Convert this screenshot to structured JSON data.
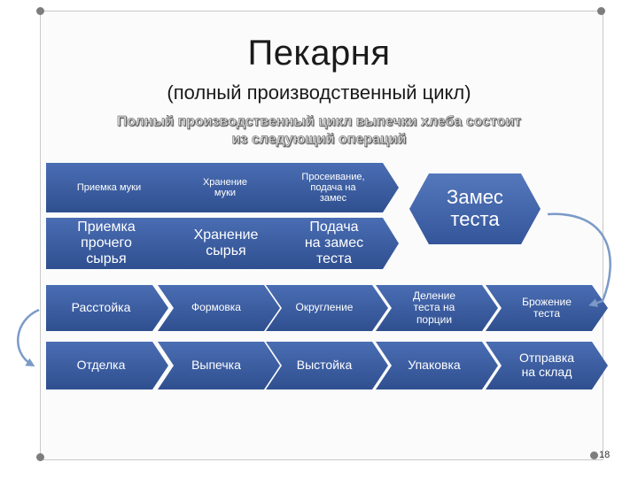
{
  "slide": {
    "title": "Пекарня",
    "subtitle": "(полный производственный цикл)",
    "intro_line1": "Полный производственный цикл выпечки хлеба состоит",
    "intro_line2": "из следующий операций",
    "page_number": "18"
  },
  "colors": {
    "shape_dark": "#2f4f8f",
    "shape_light": "#4a6db3",
    "arrow": "#7b9ac8",
    "text_on_shape": "#ffffff"
  },
  "process": {
    "row1": [
      "Приемка муки",
      "Хранение\nмуки",
      "Просеивание,\nподача на\nзамес"
    ],
    "row2": [
      "Приемка\nпрочего\nсырья",
      "Хранение\nсырья",
      "Подача\nна замес\nтеста"
    ],
    "kneading": "Замес\nтеста",
    "row3": [
      "Расстойка",
      "Формовка",
      "Округление",
      "Деление\nтеста на\nпорции",
      "Брожение\nтеста"
    ],
    "row4": [
      "Отделка",
      "Выпечка",
      "Выстойка",
      "Упаковка",
      "Отправка\nна склад"
    ]
  }
}
